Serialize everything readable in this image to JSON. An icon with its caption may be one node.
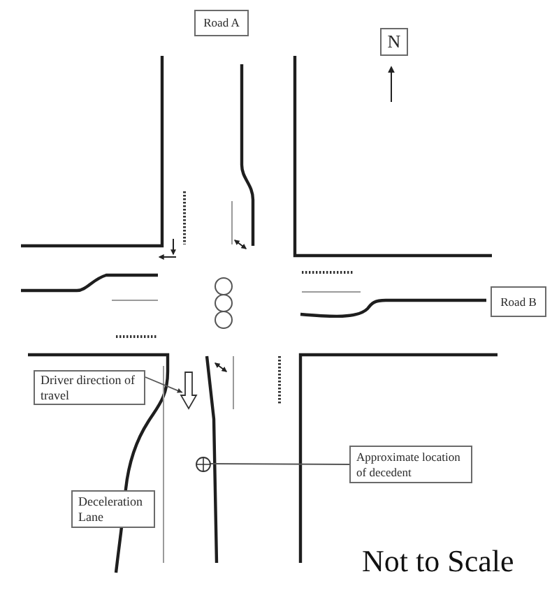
{
  "diagram": {
    "nodes": [
      {
        "text": [
          "Road A"
        ]
      },
      {
        "text": [
          "N"
        ]
      },
      {
        "text": [
          "Road B"
        ]
      },
      {
        "text": [
          "Driver direction of travel"
        ]
      },
      {
        "text": [
          "Approximate location of decedent"
        ]
      },
      {
        "text": [],
        "shape": "circle"
      },
      {
        "text": [
          "Deceleration Lane"
        ]
      }
    ],
    "edges": [
      {
        "from": 3,
        "to": null,
        "arrow": "to"
      },
      {
        "from": 4,
        "to": 5,
        "arrow": "none"
      }
    ],
    "labels": [
      "Not to Scale"
    ]
  }
}
